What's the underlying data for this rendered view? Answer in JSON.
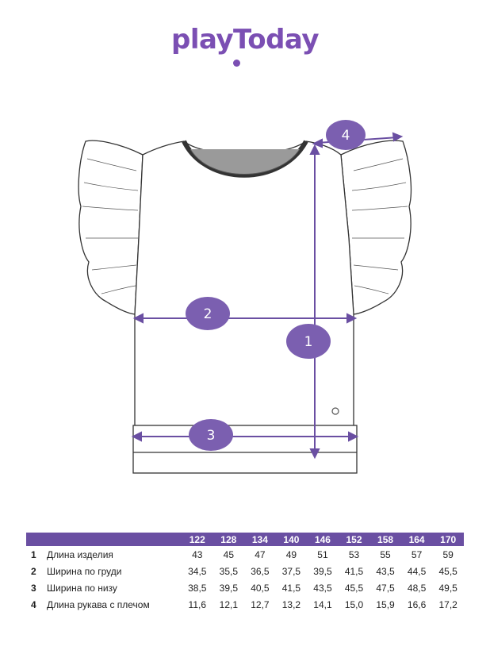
{
  "brand": {
    "logo_text": "playToday",
    "color": "#7b4fb3"
  },
  "diagram": {
    "markers": [
      {
        "id": "1",
        "label": "1"
      },
      {
        "id": "2",
        "label": "2"
      },
      {
        "id": "3",
        "label": "3"
      },
      {
        "id": "4",
        "label": "4"
      }
    ],
    "accent_color": "#6a4fa2"
  },
  "size_table": {
    "header_color": "#6a4fa2",
    "sizes": [
      "122",
      "128",
      "134",
      "140",
      "146",
      "152",
      "158",
      "164",
      "170"
    ],
    "rows": [
      {
        "num": "1",
        "name": "Длина изделия",
        "values": [
          "43",
          "45",
          "47",
          "49",
          "51",
          "53",
          "55",
          "57",
          "59"
        ]
      },
      {
        "num": "2",
        "name": "Ширина по груди",
        "values": [
          "34,5",
          "35,5",
          "36,5",
          "37,5",
          "39,5",
          "41,5",
          "43,5",
          "44,5",
          "45,5"
        ]
      },
      {
        "num": "3",
        "name": "Ширина по низу",
        "values": [
          "38,5",
          "39,5",
          "40,5",
          "41,5",
          "43,5",
          "45,5",
          "47,5",
          "48,5",
          "49,5"
        ]
      },
      {
        "num": "4",
        "name": "Длина рукава с плечом",
        "values": [
          "11,6",
          "12,1",
          "12,7",
          "13,2",
          "14,1",
          "15,0",
          "15,9",
          "16,6",
          "17,2"
        ]
      }
    ]
  }
}
